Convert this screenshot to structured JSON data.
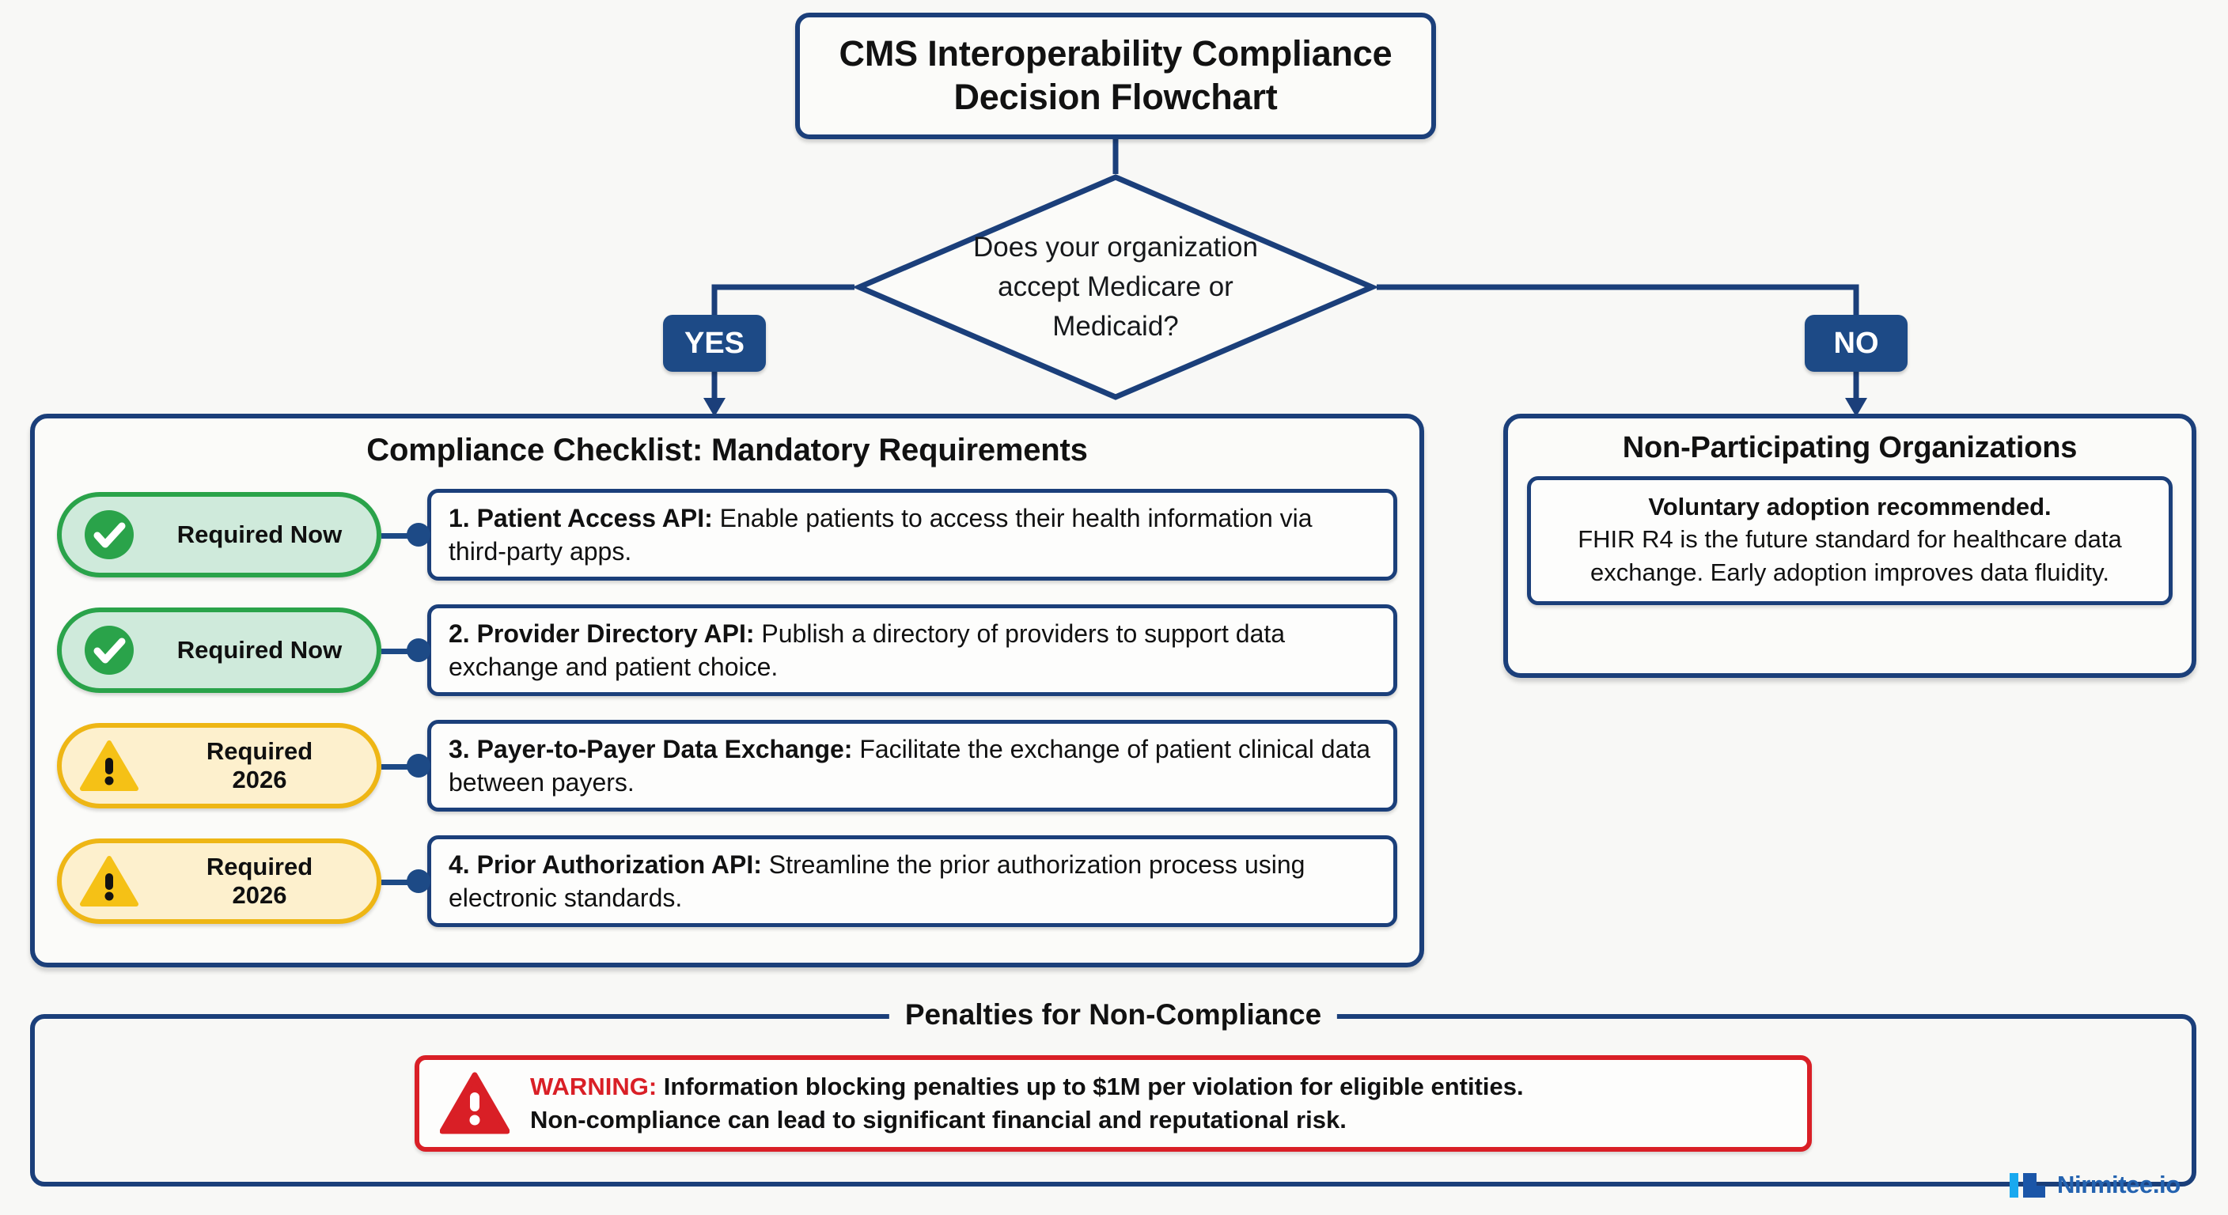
{
  "colors": {
    "navy": "#1b3f7a",
    "blue_accent": "#1d4a86",
    "green": "#2aa34a",
    "green_fill": "#cfeadb",
    "amber": "#eeb615",
    "amber_fill": "#fdf0cd",
    "red": "#d91f26",
    "background": "#f8f8f6",
    "logo_blue": "#2463b0",
    "logo_cyan": "#19a9ef"
  },
  "title": {
    "line1": "CMS Interoperability Compliance",
    "line2": "Decision Flowchart"
  },
  "decision": {
    "line1": "Does your organization",
    "line2": "accept Medicare or",
    "line3": "Medicaid?",
    "yes_label": "YES",
    "no_label": "NO"
  },
  "checklist": {
    "heading": "Compliance Checklist: Mandatory Requirements",
    "items": [
      {
        "status_icon": "check-circle-icon",
        "status_type": "green",
        "status_line1": "Required Now",
        "status_line2": "",
        "number": "1.",
        "term": "Patient Access API:",
        "description": "Enable patients to access their health information via third-party apps."
      },
      {
        "status_icon": "check-circle-icon",
        "status_type": "green",
        "status_line1": "Required Now",
        "status_line2": "",
        "number": "2.",
        "term": "Provider Directory API:",
        "description": "Publish a directory of providers to support data exchange and patient choice."
      },
      {
        "status_icon": "warning-triangle-icon",
        "status_type": "yellow",
        "status_line1": "Required",
        "status_line2": "2026",
        "number": "3.",
        "term": "Payer-to-Payer Data Exchange:",
        "description": "Facilitate the exchange of patient clinical data between payers."
      },
      {
        "status_icon": "warning-triangle-icon",
        "status_type": "yellow",
        "status_line1": "Required",
        "status_line2": "2026",
        "number": "4.",
        "term": "Prior Authorization API:",
        "description": "Streamline the prior authorization process using electronic standards."
      }
    ]
  },
  "non_participating": {
    "title": "Non-Participating Organizations",
    "lead": "Voluntary adoption recommended.",
    "body": "FHIR R4 is the future standard for healthcare data exchange. Early adoption improves data fluidity."
  },
  "penalties": {
    "legend": "Penalties for Non-Compliance",
    "warning_label": "WARNING:",
    "warning_line1": "Information blocking penalties up to $1M per violation for eligible entities.",
    "warning_line2": "Non-compliance can lead to significant financial and reputational risk."
  },
  "logo": {
    "text": "Nirmitee.io"
  }
}
